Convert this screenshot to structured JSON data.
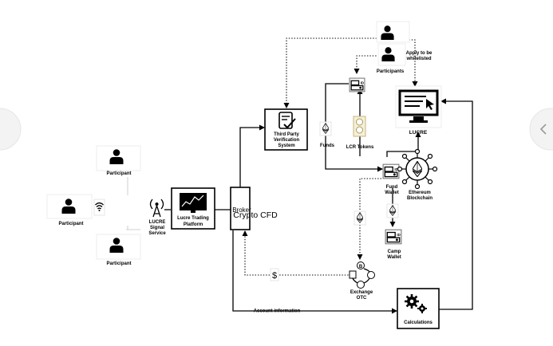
{
  "labels": {
    "participant_top": "Participant",
    "participant_left": "Participant",
    "participant_bottom": "Participant",
    "signal_service": [
      "LUCRE",
      "Signal",
      "Service"
    ],
    "trading_platform": [
      "Lucre Trading",
      "Platform"
    ],
    "broker": [
      "Broker",
      "Crypto CFD"
    ],
    "third_party": [
      "Third Party",
      "Verification",
      "System"
    ],
    "participants": "Participants",
    "apply": [
      "Apply to be",
      "whitelisted"
    ],
    "funds": "Funds",
    "lcr_tokens": "LCR Tokens",
    "lucre": "LUCRE",
    "fund_wallet": [
      "Fund",
      "Wallet"
    ],
    "ethereum": [
      "Ethereum",
      "Blockchain"
    ],
    "camp_wallet": [
      "Camp",
      "Wallet"
    ],
    "exchange": [
      "Exchange",
      "OTC"
    ],
    "account_info": "Account information",
    "calculations": "Calculations",
    "dollar": "$"
  },
  "icons": [
    "person-icon",
    "wifi-icon",
    "antenna-icon",
    "chart-monitor-icon",
    "checklist-icon",
    "ethereum-icon",
    "token-icon",
    "wallet-icon",
    "monitor-cursor-icon",
    "blockchain-icon",
    "crypto-exchange-icon",
    "gears-icon",
    "chevron-left-icon"
  ]
}
